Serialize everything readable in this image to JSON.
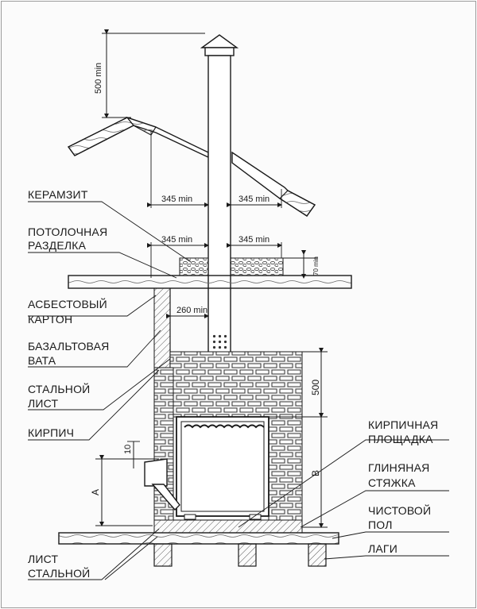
{
  "labels": {
    "keramzit": "КЕРАМЗИТ",
    "razdelka_1": "ПОТОЛОЧНАЯ",
    "razdelka_2": "РАЗДЕЛКА",
    "asbest_1": "АСБЕСТОВЫЙ",
    "asbest_2": "КАРТОН",
    "bazalt_1": "БАЗАЛЬТОВАЯ",
    "bazalt_2": "ВАТА",
    "steel_1": "СТАЛЬНОЙ",
    "steel_2": "ЛИСТ",
    "kirpich": "КИРПИЧ",
    "ploshchadka_1": "КИРПИЧНАЯ",
    "ploshchadka_2": "ПЛОЩАДКА",
    "styazhka_1": "ГЛИНЯНАЯ",
    "styazhka_2": "СТЯЖКА",
    "pol_1": "ЧИСТОВОЙ",
    "pol_2": "ПОЛ",
    "lagi": "ЛАГИ",
    "steel_sheet_1": "ЛИСТ",
    "steel_sheet_2": "СТАЛЬНОЙ"
  },
  "dimensions": {
    "roof_height": "500 min",
    "roof_gap_left": "345 min",
    "roof_gap_right": "345 min",
    "ceiling_gap_left": "345 min",
    "ceiling_gap_right": "345 min",
    "fill_height": "70 min",
    "wall_gap": "260 min",
    "above_stove": "500",
    "a": "A",
    "b": "B",
    "ten": "10"
  }
}
